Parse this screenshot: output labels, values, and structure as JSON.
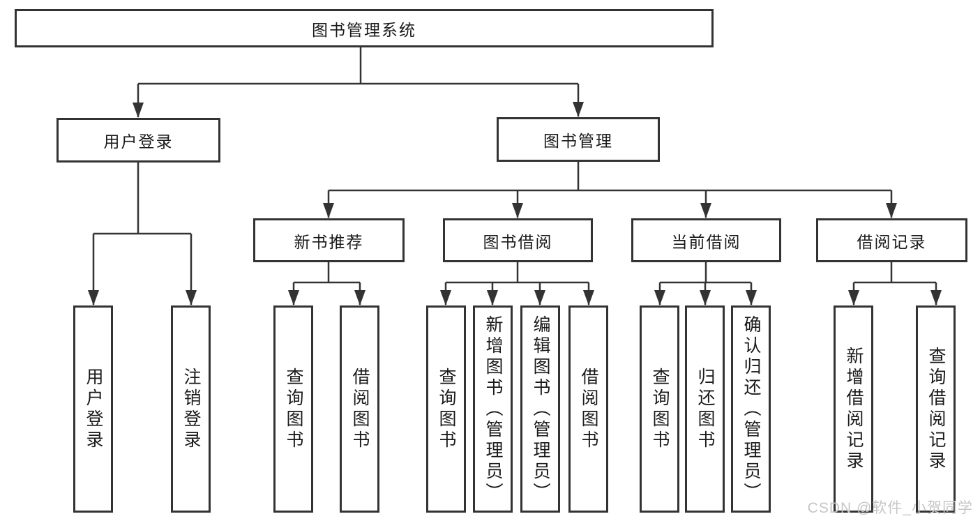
{
  "diagram": {
    "type": "hierarchy",
    "root": "图书管理系统",
    "level2": [
      "用户登录",
      "图书管理"
    ],
    "level3": [
      "新书推荐",
      "图书借阅",
      "当前借阅",
      "借阅记录"
    ],
    "leaves": {
      "user_login": [
        "用户登录",
        "注销登录"
      ],
      "new_book_recommend": [
        "查询图书",
        "借阅图书"
      ],
      "book_borrowing": [
        "查询图书",
        "新增图书（管理员）",
        "编辑图书（管理员）",
        "借阅图书"
      ],
      "current_borrowing": [
        "查询图书",
        "归还图书",
        "确认归还（管理员）"
      ],
      "borrowing_records": [
        "新增借阅记录",
        "查询借阅记录"
      ]
    }
  },
  "watermark": "CSDN @软件_小贺同学",
  "colors": {
    "line": "#333333",
    "box_border": "#333333",
    "box_fill": "#ffffff",
    "text": "#1a1a1a",
    "watermark": "#c6c6c6",
    "background": "#ffffff"
  }
}
